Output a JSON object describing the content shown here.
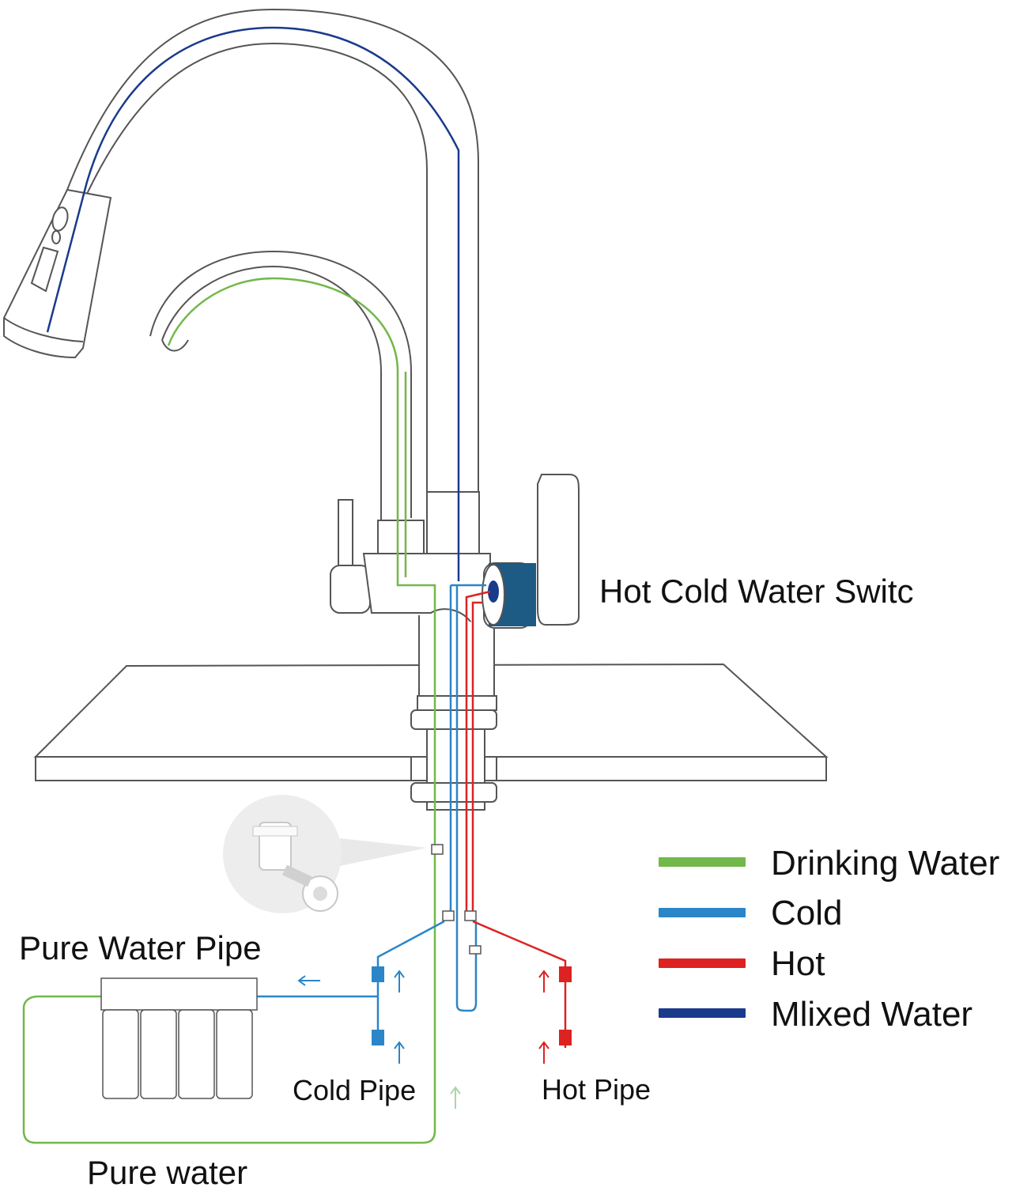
{
  "labels": {
    "switch": "Hot Cold Water Switc",
    "pure_water_pipe": "Pure Water Pipe",
    "cold_pipe": "Cold Pipe",
    "hot_pipe": "Hot Pipe",
    "pure_water": "Pure water"
  },
  "legend": [
    {
      "label": "Drinking Water",
      "color": "#72b84a"
    },
    {
      "label": "Cold",
      "color": "#2a86c8"
    },
    {
      "label": "Hot",
      "color": "#dd2222"
    },
    {
      "label": "Mlixed Water",
      "color": "#1a3a8c"
    }
  ],
  "colors": {
    "outline": "#555555",
    "drinking": "#72b84a",
    "cold": "#2a86c8",
    "hot": "#dd2222",
    "mixed": "#1a3a8c",
    "switch_knob": "#1d5a84"
  }
}
